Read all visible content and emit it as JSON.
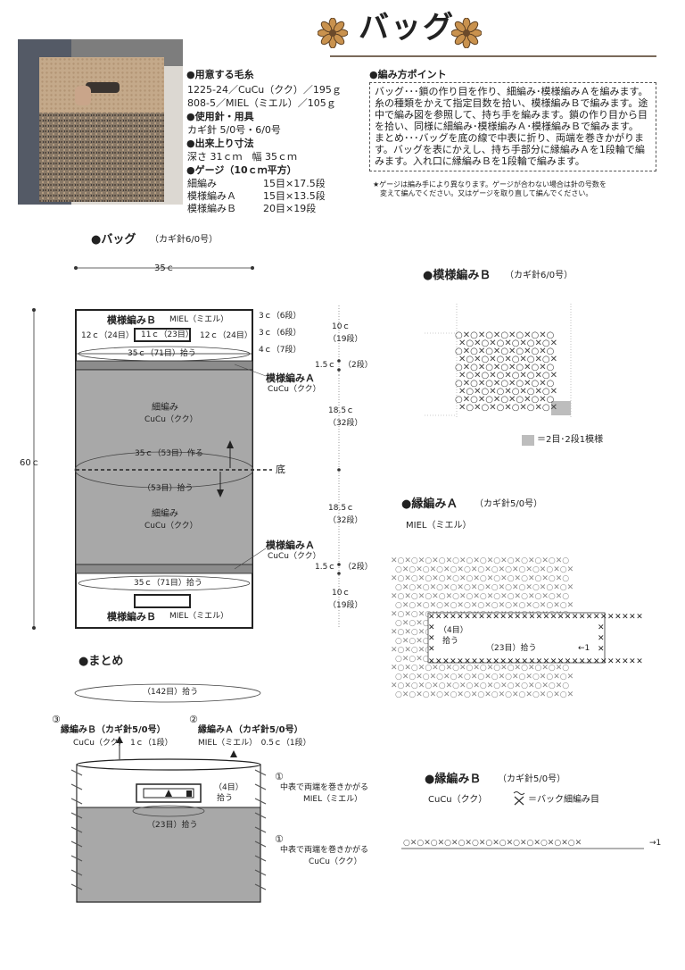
{
  "header": {
    "title": "バッグ"
  },
  "materials": {
    "yarn_heading": "●用意する毛糸",
    "yarn_lines": [
      "1225-24／CuCu（クク）／195ｇ",
      "808-5／MIEL（ミエル）／105ｇ"
    ],
    "tools_heading": "●使用針・用具",
    "tools_line": "カギ針 5/0号・6/0号",
    "size_heading": "●出来上り寸法",
    "size_line": "深さ 31ｃｍ　幅 35ｃｍ",
    "gauge_heading": "●ゲージ（10ｃｍ平方）",
    "gauge_rows": [
      {
        "name": "細編み",
        "value": "15目×17.5段"
      },
      {
        "name": "模様編みＡ",
        "value": "15目×13.5段"
      },
      {
        "name": "模様編みＢ",
        "value": "20目×19段"
      }
    ]
  },
  "points": {
    "heading": "●編み方ポイント",
    "lines": [
      "バッグ･･･鎖の作り目を作り、細編み･模様編みＡを編みます。",
      "糸の種類をかえて指定目数を拾い、模様編みＢで編みます。途",
      "中で編み図を参照して、持ち手を編みます。鎖の作り目から目",
      "を拾い、同様に細編み･模様編みＡ･模様編みＢで編みます。",
      "まとめ･･･バッグを底の線で中表に折り、両端を巻きかがりま",
      "す。バッグを表にかえし、持ち手部分に縁編みＡを1段輪で編",
      "みます。入れ口に縁編みＢを1段輪で編みます。"
    ],
    "note_lines": [
      "★ゲージは編み手により異なります。ゲージが合わない場合は針の号数を",
      "　変えて編んでください。又はゲージを取り直して編んでください。"
    ]
  },
  "bag_diagram": {
    "heading": "●バッグ",
    "hook": "（カギ針6/0号）",
    "width_label": "35ｃ",
    "height_label": "60ｃ",
    "top_pattern_b": "模様編みＢ",
    "miel": "MIEL（ミエル）",
    "left_12c": "12ｃ（24目）",
    "handle_11c": "11ｃ（23目）",
    "right_12c": "12ｃ（24目）",
    "pick_71": "35ｃ（71目）拾う",
    "pattern_a": "模様編みＡ",
    "cucu": "CuCu（クク）",
    "single_crochet": "細編み",
    "chain_53": "35ｃ（53目）作る",
    "bottom": "底",
    "pick_53": "（53目）拾う",
    "r_3c6a": "3ｃ（6段）",
    "r_3c6b": "3ｃ（6段）",
    "r_4c7": "4ｃ（7段）",
    "m_10c": "10ｃ",
    "m_19": "（19段）",
    "m_15c": "1.5ｃ",
    "m_2": "（2段）",
    "m_185": "18.5ｃ",
    "m_32": "（32段）"
  },
  "pattern_b_chart": {
    "heading": "●模様編みＢ",
    "hook": "（カギ針6/0号）",
    "legend": "＝2目･2段1模様"
  },
  "edge_a_chart": {
    "heading": "●縁編みＡ",
    "hook": "（カギ針5/0号）",
    "yarn": "MIEL（ミエル）",
    "pick_4": "（4目）",
    "pick_4b": "拾う",
    "pick_23": "（23目）拾う",
    "start": "←1"
  },
  "finishing": {
    "heading": "●まとめ",
    "pick_142": "（142目）拾う",
    "n3": "③",
    "edge_b": "縁編みＢ（カギ針5/0号）",
    "edge_b_spec": "CuCu（クク）　1ｃ（1段）",
    "n2": "②",
    "edge_a": "縁編みＡ（カギ針5/0号）",
    "edge_a_spec": "MIEL（ミエル）　0.5ｃ（1段）",
    "pick_4": "（4目）",
    "pick_4b": "拾う",
    "pick_23": "（23目）拾う",
    "n1a": "①",
    "whip_a1": "中表で両端を巻きかがる",
    "whip_a2": "MIEL（ミエル）",
    "n1b": "①",
    "whip_b1": "中表で両端を巻きかがる",
    "whip_b2": "CuCu（クク）"
  },
  "edge_b_chart": {
    "heading": "●縁編みＢ",
    "hook": "（カギ針5/0号）",
    "yarn": "CuCu（クク）",
    "legend": "＝バック細編み目",
    "start": "→1"
  },
  "colors": {
    "fill": "#a8a8a8",
    "dark": "#6f6f6f",
    "accent": "#7a6a5a"
  }
}
